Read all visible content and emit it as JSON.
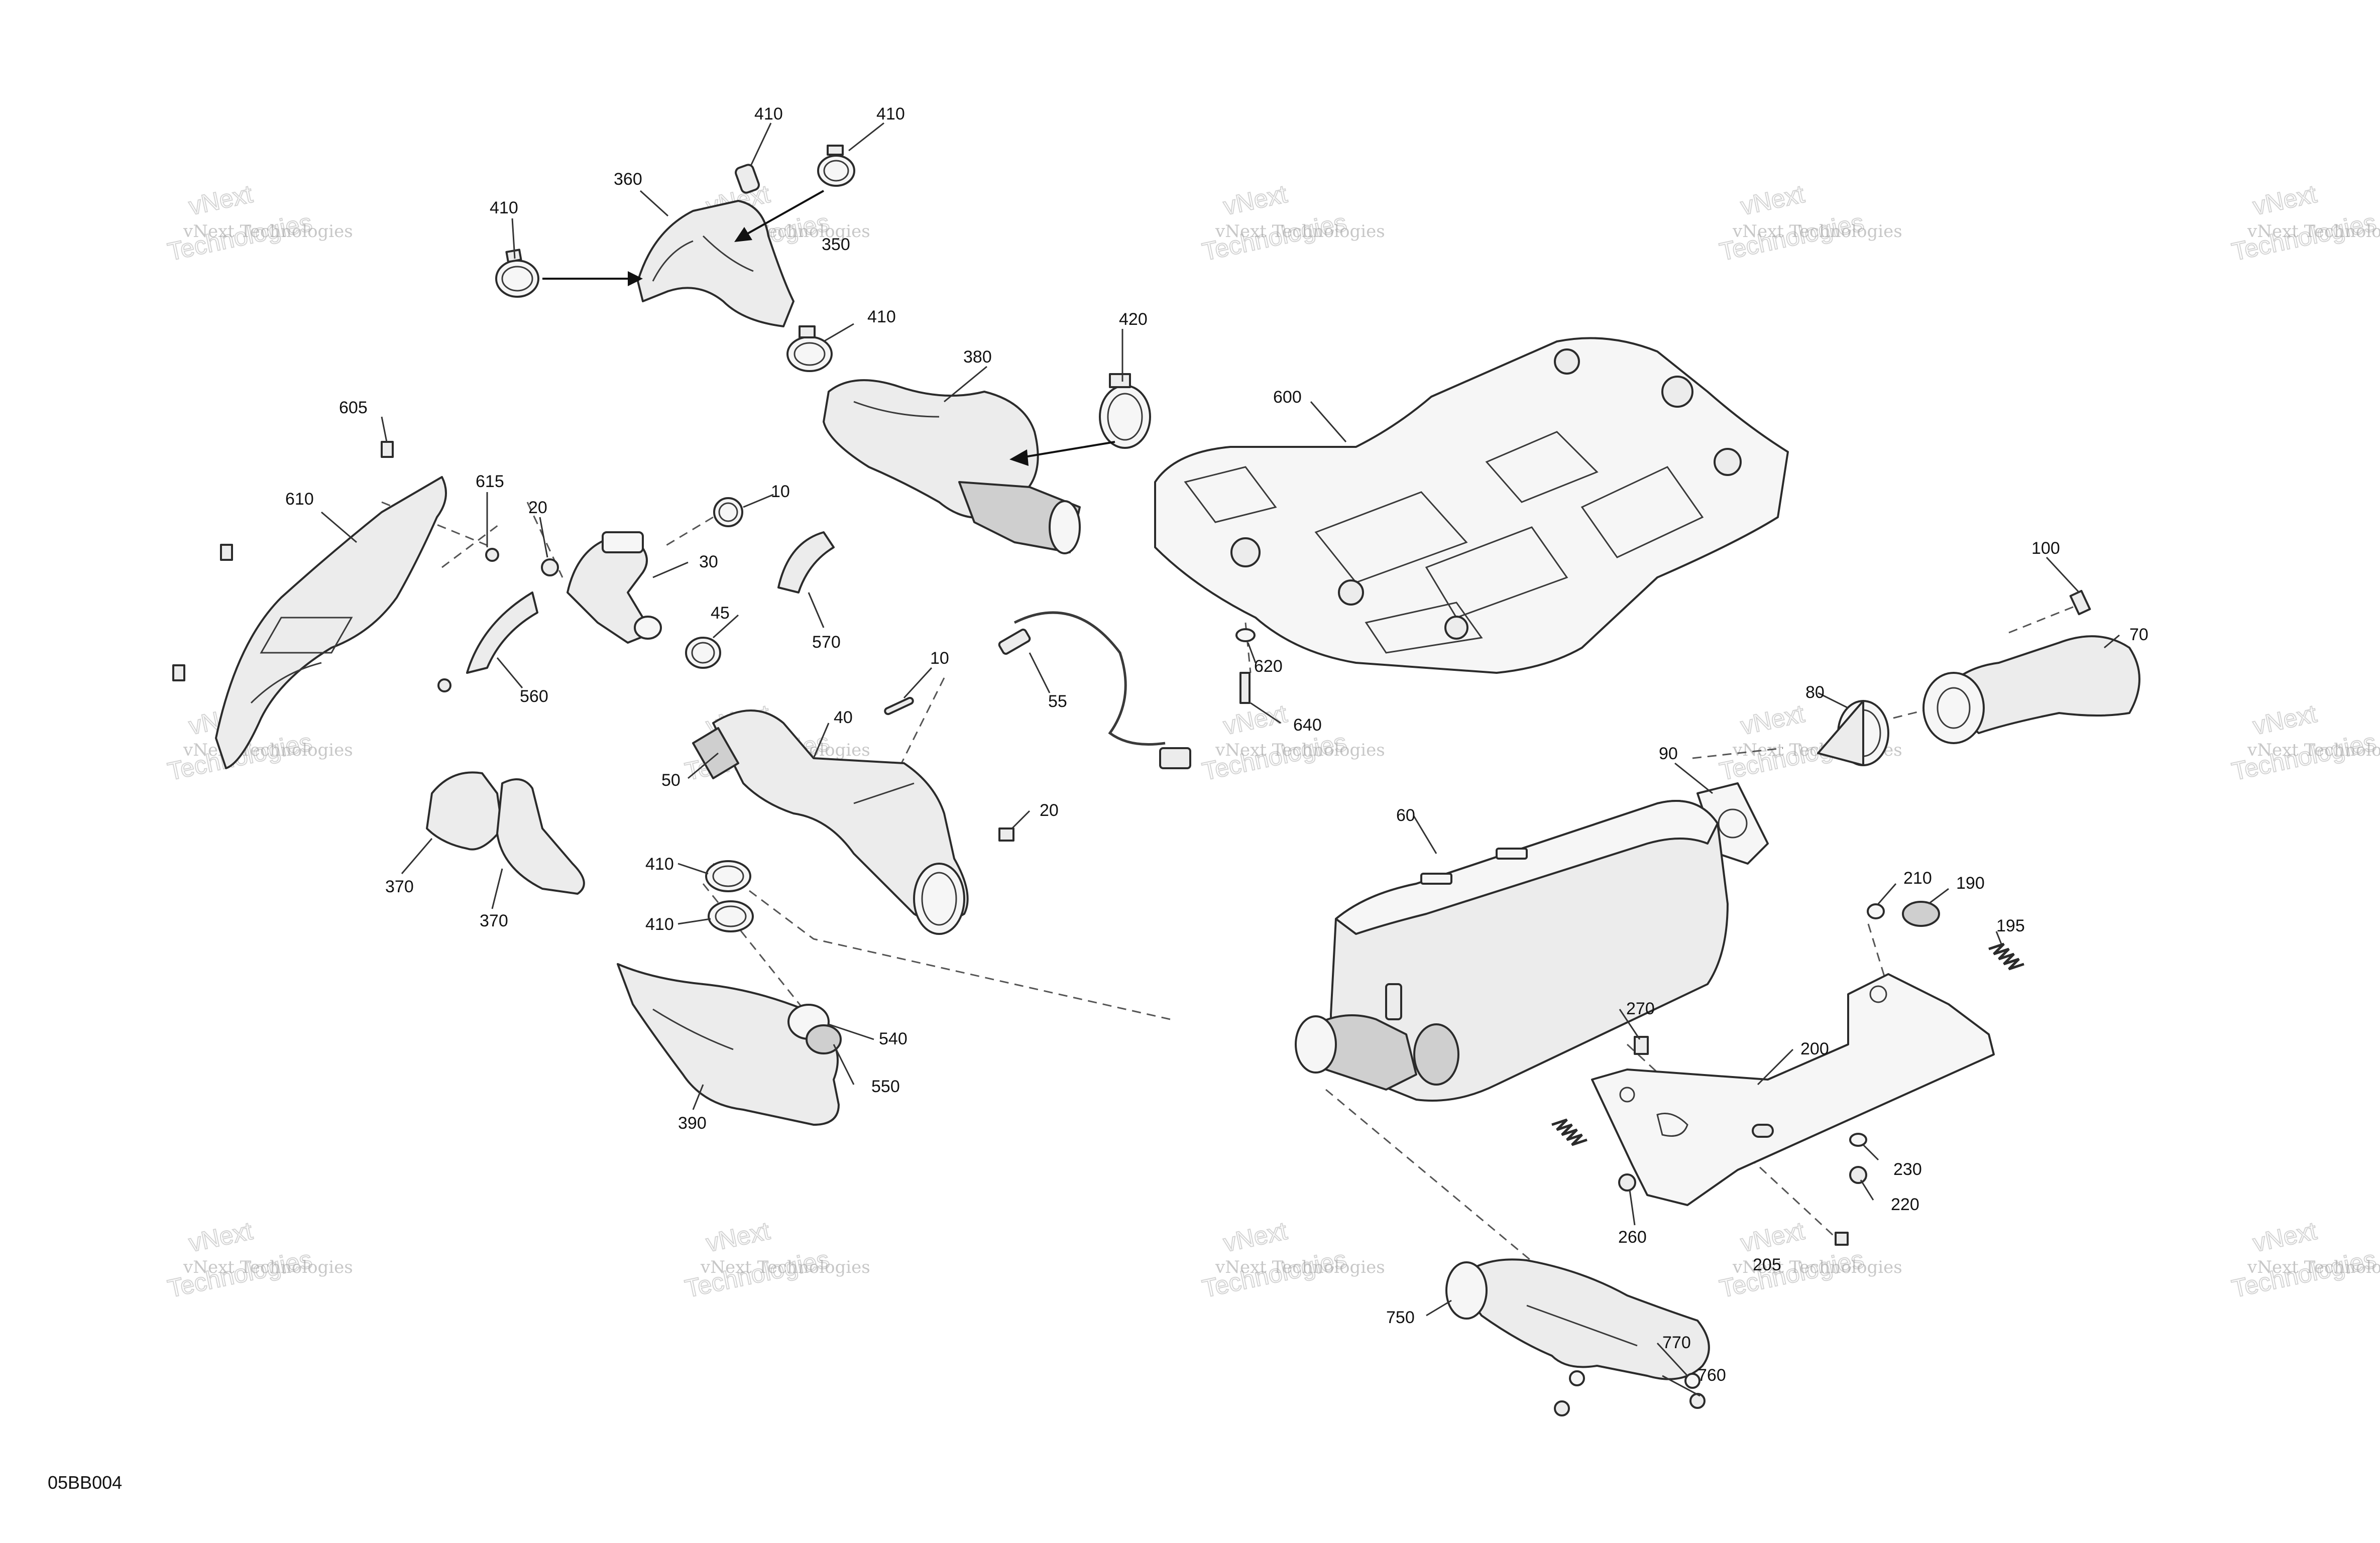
{
  "figure_code": "05BB004",
  "watermark": {
    "line1": "vNext",
    "line2": "Technologies",
    "subtext": "vNext Technologies"
  },
  "callouts": {
    "c410a": "410",
    "c410b": "410",
    "c410c": "410",
    "c410d": "410",
    "c410e": "410",
    "c410f": "410",
    "c360": "360",
    "c350": "350",
    "c380": "380",
    "c420": "420",
    "c605": "605",
    "c610": "610",
    "c615": "615",
    "c20a": "20",
    "c10a": "10",
    "c30": "30",
    "c45": "45",
    "c570": "570",
    "c560": "560",
    "c10b": "10",
    "c55": "55",
    "c40": "40",
    "c50": "50",
    "c20b": "20",
    "c370a": "370",
    "c370b": "370",
    "c540": "540",
    "c550": "550",
    "c390": "390",
    "c600": "600",
    "c620": "620",
    "c640": "640",
    "c100": "100",
    "c70": "70",
    "c80": "80",
    "c90": "90",
    "c60": "60",
    "c210": "210",
    "c190": "190",
    "c195": "195",
    "c270": "270",
    "c200": "200",
    "c230": "230",
    "c220": "220",
    "c260": "260",
    "c205": "205",
    "c750": "750",
    "c770": "770",
    "c760": "760"
  }
}
